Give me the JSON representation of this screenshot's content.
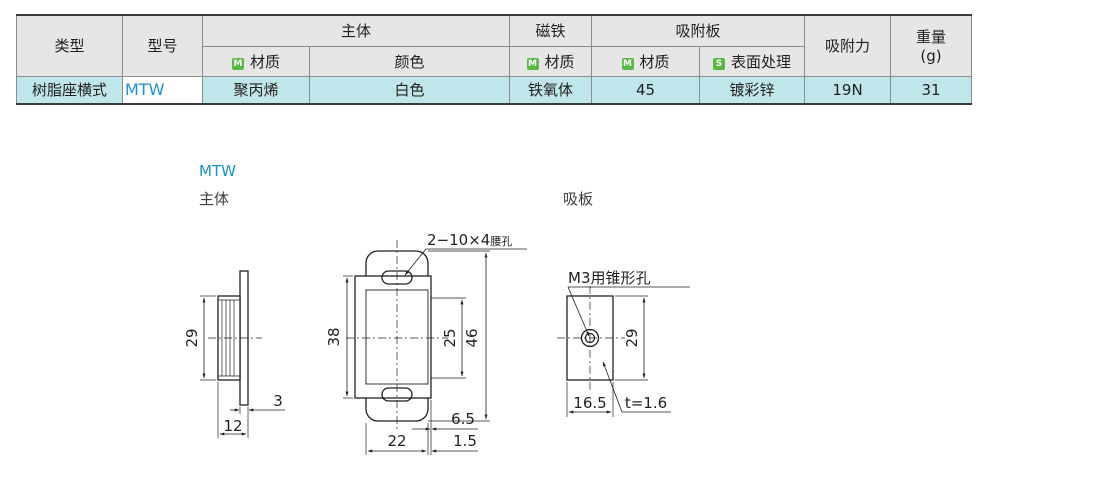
{
  "table": {
    "headers": {
      "type": "类型",
      "model": "型号",
      "body": "主体",
      "magnet": "磁铁",
      "plate": "吸附板",
      "force": "吸附力",
      "weight": "重量",
      "weight_unit": "(g)",
      "body_material": "材质",
      "body_color": "颜色",
      "magnet_material": "材质",
      "plate_material": "材质",
      "plate_surface": "表面处理"
    },
    "badges": {
      "m": "M",
      "s": "S"
    },
    "row": {
      "type": "树脂座横式",
      "model": "MTW",
      "body_material": "聚丙烯",
      "body_color": "白色",
      "magnet_material": "铁氧体",
      "plate_material": "45",
      "plate_surface": "镀彩锌",
      "force": "19N",
      "weight": "31"
    }
  },
  "drawing": {
    "model": "MTW",
    "body_label": "主体",
    "plate_label": "吸板",
    "dims": {
      "side_height": "29",
      "side_width": "12",
      "side_thick": "3",
      "front_height": "38",
      "front_inner": "25",
      "front_total": "46",
      "front_width": "22",
      "front_right1": "6.5",
      "front_right2": "1.5",
      "slot_note": "2−10×4",
      "slot_suffix": "腰孔",
      "plate_height": "29",
      "plate_width": "16.5",
      "plate_thick": "t=1.6",
      "plate_note": "M3用锥形孔"
    }
  },
  "colors": {
    "accent": "#1b8fd1",
    "row_bg": "#bfe6ea",
    "header_bg": "#e6e6e6",
    "badge": "#5ab946"
  }
}
